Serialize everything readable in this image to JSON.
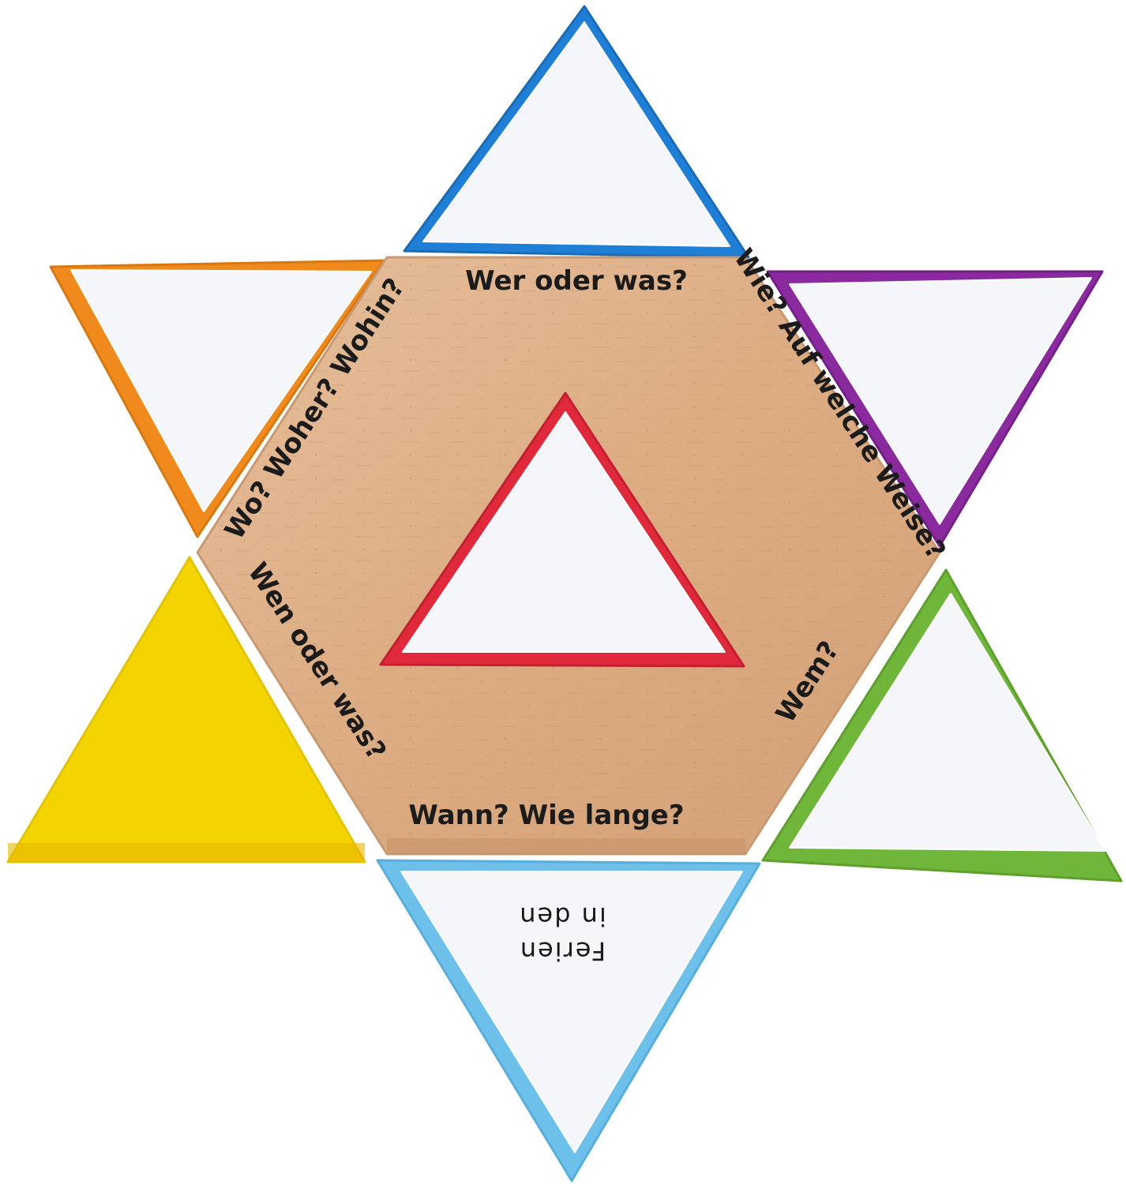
{
  "board": {
    "label_top": "Wer oder was?",
    "label_upper_right": "Wie? Auf welche Weise?",
    "label_lower_right": "Wem?",
    "label_bottom": "Wann? Wie lange?",
    "label_lower_left": "Wen oder was?",
    "label_upper_left": "Wo? Woher? Wohin?"
  },
  "bottom_card": {
    "line1": "in den",
    "line2": "Ferien"
  },
  "colors": {
    "center_triangle": "#e02a3c",
    "top_triangle": "#1f7fd6",
    "upper_right_triangle": "#8a2a9e",
    "lower_right_triangle": "#6fb63a",
    "bottom_triangle": "#6cc0ea",
    "lower_left_triangle": "#f3d400",
    "upper_left_triangle": "#f08a1c",
    "wood": "#dcae86"
  }
}
